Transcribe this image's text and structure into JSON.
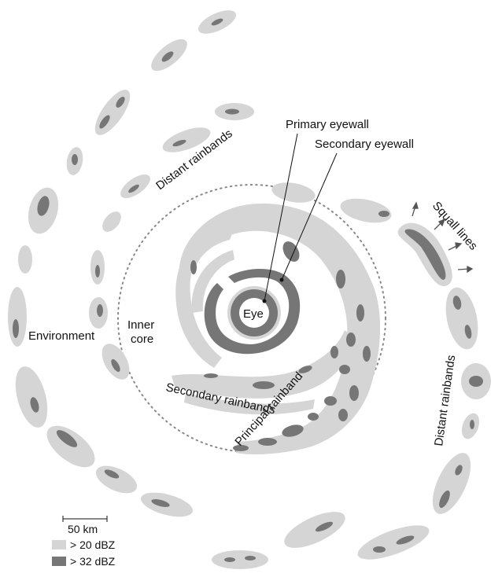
{
  "colors": {
    "light": "#d5d5d5",
    "dark": "#767676",
    "eye_fill": "#ffffff",
    "text": "#111111",
    "inner_core_dots": "#888888"
  },
  "labels": {
    "primary_eyewall": "Primary eyewall",
    "secondary_eyewall": "Secondary eyewall",
    "eye": "Eye",
    "distant_rainbands_top": "Distant  rainbands",
    "distant_rainbands_right": "Distant  rainbands",
    "squall_lines": "Squall lines",
    "environment": "Environment",
    "inner_core_line1": "Inner",
    "inner_core_line2": "core",
    "secondary_rainbands": "Secondary  rainbands",
    "principal_rainband": "Principal rainband"
  },
  "legend": {
    "scale": "50 km",
    "light": "> 20 dBZ",
    "dark": "> 32 dBZ"
  }
}
